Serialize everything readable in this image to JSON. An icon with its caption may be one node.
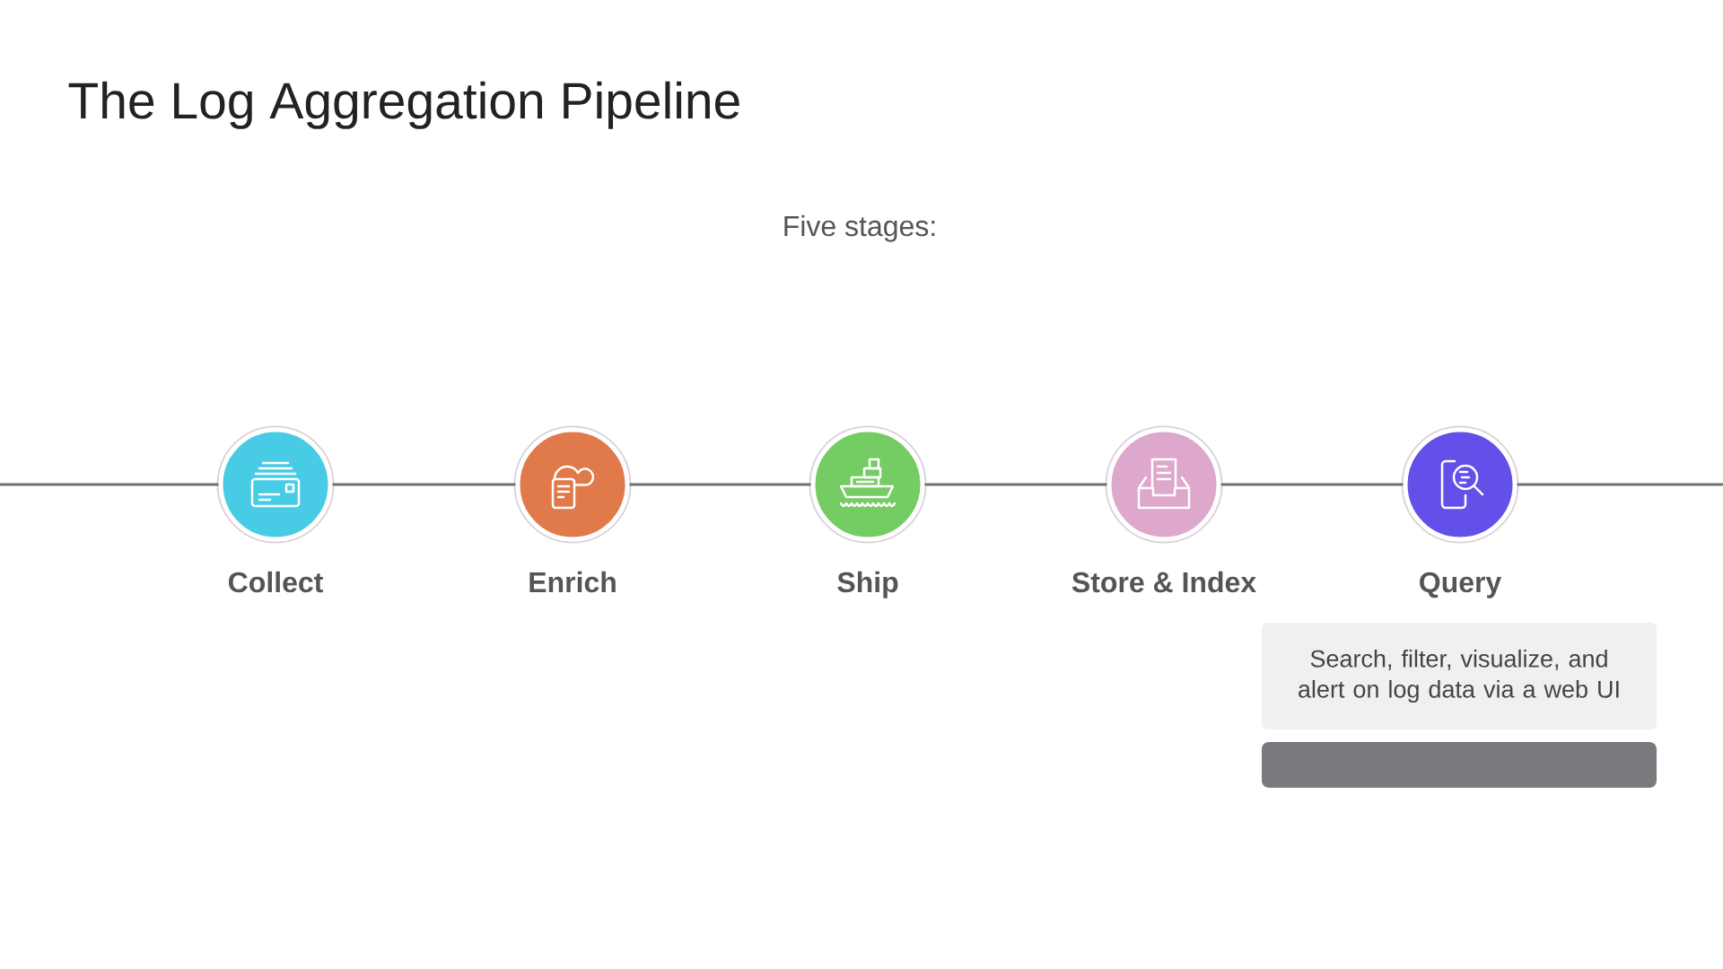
{
  "diagram": {
    "title": "The Log Aggregation Pipeline",
    "nodes": [
      {
        "text": [
          "Collect"
        ]
      },
      {
        "text": [
          "Enrich"
        ]
      },
      {
        "text": [
          "Ship"
        ]
      },
      {
        "text": [
          "Store & Index"
        ]
      },
      {
        "text": [
          "Query"
        ]
      },
      {
        "text": [
          "Search, filter, visualize, and alert on log data via a web UI"
        ]
      },
      {
        "text": [],
        "shape": "box"
      }
    ],
    "edges": [
      {
        "from": null,
        "to": 0,
        "arrow": "none"
      },
      {
        "from": 0,
        "to": 1,
        "arrow": "none"
      },
      {
        "from": 1,
        "to": 2,
        "arrow": "none"
      },
      {
        "from": 2,
        "to": 3,
        "arrow": "none"
      },
      {
        "from": 3,
        "to": 4,
        "arrow": "none"
      },
      {
        "from": 4,
        "to": null,
        "arrow": "none"
      }
    ],
    "labels": [
      "Five stages:"
    ]
  }
}
